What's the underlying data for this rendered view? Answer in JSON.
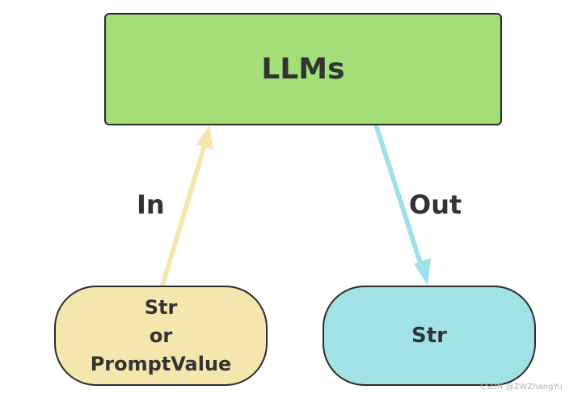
{
  "nodes": {
    "llms": {
      "label": "LLMs",
      "fill": "#a3df78"
    },
    "input": {
      "lines": [
        "Str",
        "or",
        "PromptValue"
      ],
      "fill": "#f5e6ad"
    },
    "output": {
      "label": "Str",
      "fill": "#a0e2e5"
    }
  },
  "edges": {
    "input": {
      "label": "In",
      "color": "#f5e6ad"
    },
    "output": {
      "label": "Out",
      "color": "#9ee2e8"
    }
  },
  "watermark": "CSDN @ZWZhangYu"
}
